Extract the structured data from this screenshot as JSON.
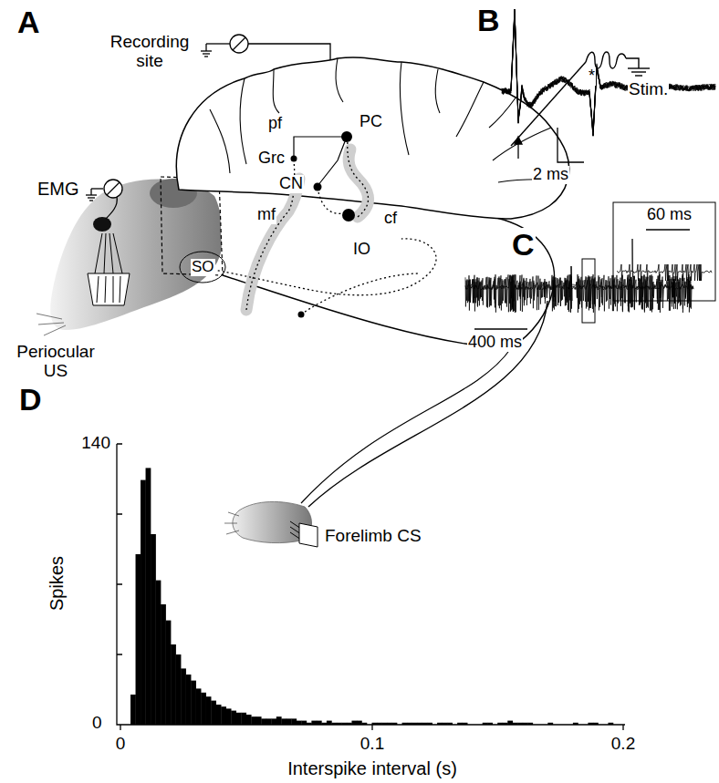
{
  "diagram": {
    "labels": [
      "A",
      "Recording site",
      "pf",
      "PC",
      "Grc",
      "CN",
      "mf",
      "cf",
      "Stim.",
      "EMG",
      "SO",
      "IO",
      "Periocular US",
      "Forelimb CS",
      "B",
      "*",
      "2 ms",
      "60 ms",
      "C",
      "400 ms",
      "D",
      "140",
      "Spikes",
      "0",
      "0",
      "0.1",
      "0.2",
      "Interspike interval (s)"
    ]
  }
}
